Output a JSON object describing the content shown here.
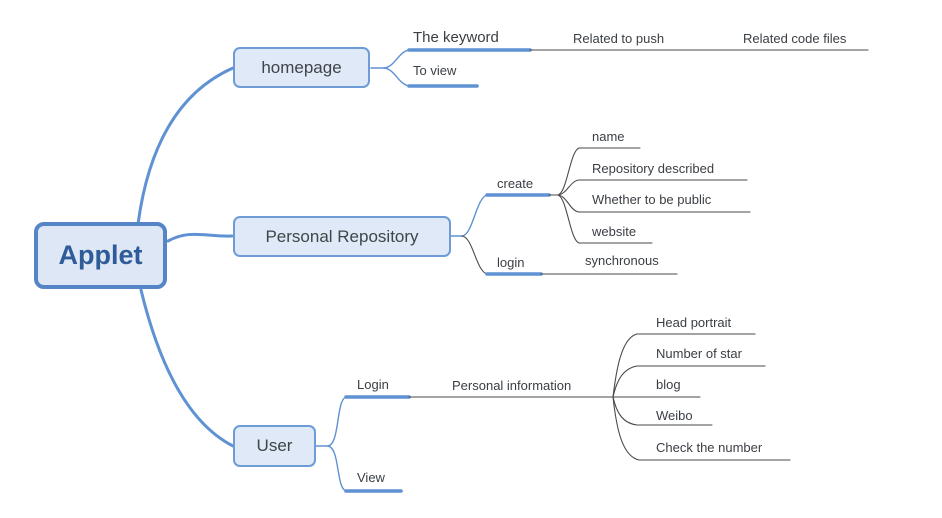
{
  "colors": {
    "background": "#ffffff",
    "branch_line": "#5e92d2",
    "root_border": "#5585c6",
    "root_fill": "#dde7f5",
    "root_text": "#2f5b99",
    "node_border": "#6d9cd6",
    "node_fill": "#dfe9f7",
    "node_text": "#3f4548",
    "leaf_line": "#4a4a4a",
    "label_text": "#3a3f44"
  },
  "mindmap": {
    "root": {
      "label": "Applet"
    },
    "branches": [
      {
        "label": "homepage",
        "children": [
          {
            "label": "The keyword",
            "children": [
              {
                "label": "Related to push",
                "children": [
                  {
                    "label": "Related code files",
                    "children": []
                  }
                ]
              }
            ]
          },
          {
            "label": "To view",
            "children": []
          }
        ]
      },
      {
        "label": "Personal Repository",
        "children": [
          {
            "label": "create",
            "children": [
              {
                "label": "name"
              },
              {
                "label": "Repository described"
              },
              {
                "label": "Whether to be public"
              },
              {
                "label": "website"
              }
            ]
          },
          {
            "label": "login",
            "children": [
              {
                "label": "synchronous"
              }
            ]
          }
        ]
      },
      {
        "label": "User",
        "children": [
          {
            "label": "Login",
            "children": [
              {
                "label": "Personal information",
                "children": [
                  {
                    "label": "Head portrait"
                  },
                  {
                    "label": "Number of star"
                  },
                  {
                    "label": "blog"
                  },
                  {
                    "label": "Weibo"
                  },
                  {
                    "label": "Check the number"
                  }
                ]
              }
            ]
          },
          {
            "label": "View",
            "children": []
          }
        ]
      }
    ]
  }
}
